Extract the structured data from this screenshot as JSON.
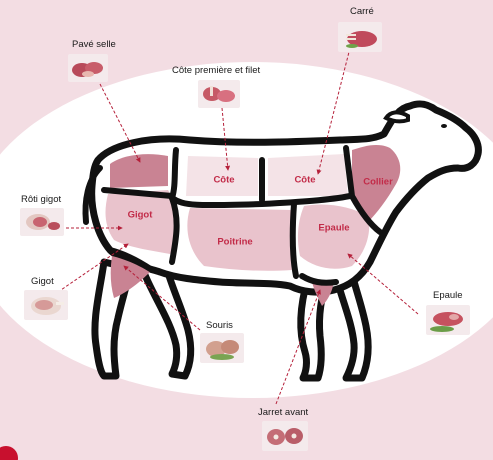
{
  "colors": {
    "background": "#f3dde3",
    "oval": "#ffffff",
    "outline": "#111111",
    "part_light": "#f4e3e7",
    "part_mid": "#e9c3cc",
    "part_dark": "#c98393",
    "part_label": "#c22b48",
    "arrow": "#b5203a",
    "corner_mark": "#c8102e"
  },
  "parts": [
    {
      "id": "gigot",
      "label": "Gigot"
    },
    {
      "id": "cote-1",
      "label": "Côte"
    },
    {
      "id": "cote-2",
      "label": "Côte"
    },
    {
      "id": "collier",
      "label": "Collier"
    },
    {
      "id": "poitrine",
      "label": "Poitrine"
    },
    {
      "id": "epaule",
      "label": "Epaule"
    }
  ],
  "callouts": [
    {
      "id": "pave-selle",
      "label": "Pavé selle",
      "icon": "meat-photo"
    },
    {
      "id": "cote-premiere-filet",
      "label": "Côte première et filet",
      "icon": "meat-photo"
    },
    {
      "id": "carre",
      "label": "Carré",
      "icon": "meat-photo"
    },
    {
      "id": "roti-gigot",
      "label": "Rôti gigot",
      "icon": "meat-photo"
    },
    {
      "id": "gigot-callout",
      "label": "Gigot",
      "icon": "meat-photo"
    },
    {
      "id": "epaule-callout",
      "label": "Epaule",
      "icon": "meat-photo"
    },
    {
      "id": "souris",
      "label": "Souris",
      "icon": "meat-photo"
    },
    {
      "id": "jarret-avant",
      "label": "Jarret avant",
      "icon": "meat-photo"
    }
  ]
}
